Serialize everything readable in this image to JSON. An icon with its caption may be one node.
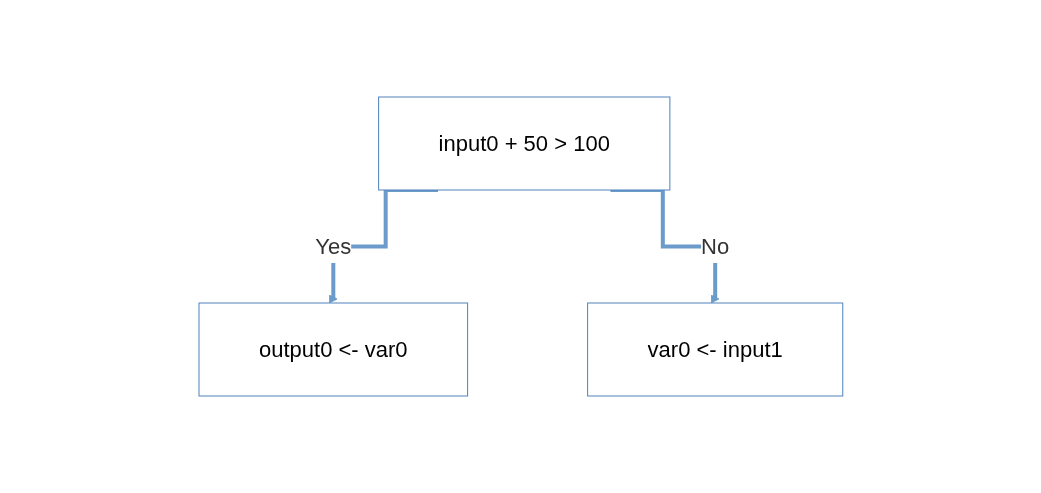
{
  "diagram": {
    "nodes": [
      {
        "text": [
          "input0 + 50 > 100"
        ]
      },
      {
        "text": [
          "output0 <- var0"
        ]
      },
      {
        "text": [
          "var0 <- input1"
        ]
      }
    ],
    "edges": [
      {
        "from": 0,
        "to": 1,
        "arrow": "to",
        "label": "Yes"
      },
      {
        "from": 0,
        "to": 2,
        "arrow": "to",
        "label": "No"
      }
    ]
  }
}
